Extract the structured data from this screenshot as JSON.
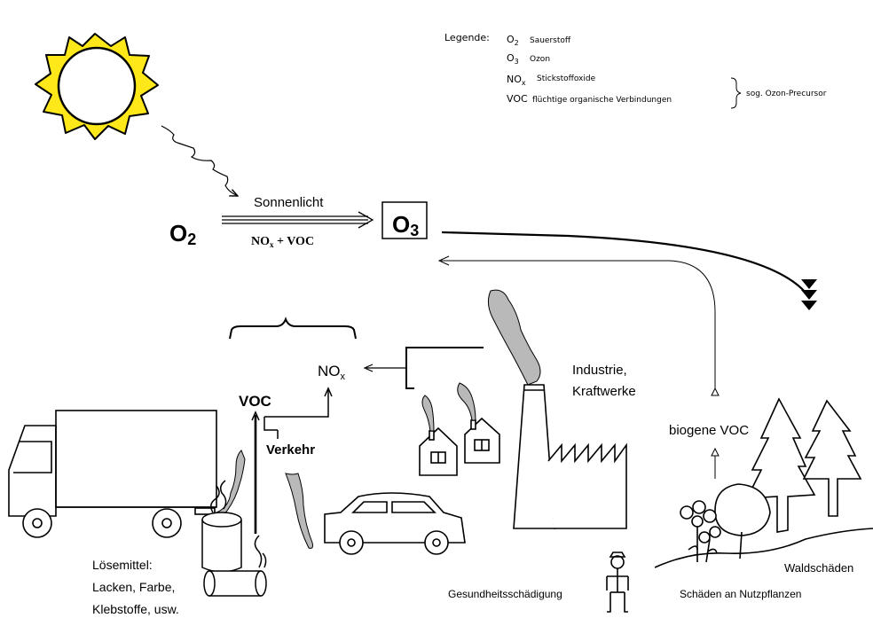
{
  "legend": {
    "title": "Legende:",
    "items": [
      {
        "symbol": "O",
        "sub": "2",
        "label": "Sauerstoff"
      },
      {
        "symbol": "O",
        "sub": "3",
        "label": "Ozon"
      },
      {
        "symbol": "NO",
        "sub": "x",
        "label": "Stickstoffoxide"
      },
      {
        "symbol": "VOC",
        "sub": "",
        "label": "flüchtige organische Verbindungen"
      }
    ],
    "bracket_note": "sog. Ozon-Precursor"
  },
  "reaction": {
    "reactant": "O",
    "reactant_sub": "2",
    "light": "Sonnenlicht",
    "catalyst_no": "NO",
    "catalyst_sub": "x",
    "catalyst_rest": " + VOC",
    "product": "O",
    "product_sub": "3"
  },
  "sources": {
    "voc": "VOC",
    "nox": "NO",
    "nox_sub": "x",
    "verkehr": "Verkehr",
    "industrie_line1": "Industrie,",
    "industrie_line2": "Kraftwerke",
    "biogene": "biogene VOC",
    "loesemittel_line1": "Lösemittel:",
    "loesemittel_line2": "Lacken, Farbe,",
    "loesemittel_line3": "Klebstoffe, usw."
  },
  "effects": {
    "gesundheit": "Gesundheitsschädigung",
    "wald": "Waldschäden",
    "nutzpflanzen": "Schäden an Nutzpflanzen"
  }
}
